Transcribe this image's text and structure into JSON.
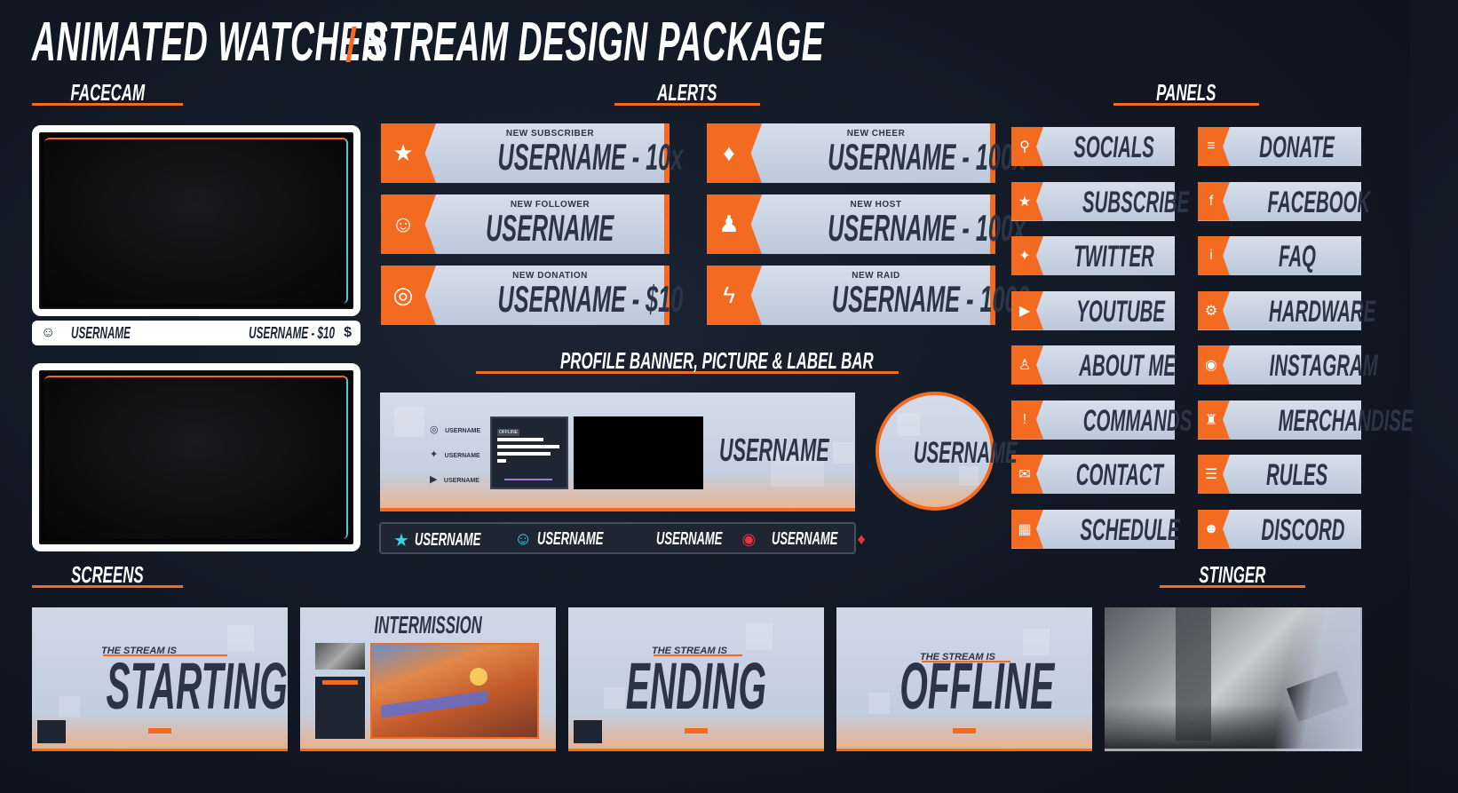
{
  "title": {
    "left": "ANIMATED WATCHER",
    "right": "STREAM DESIGN PACKAGE"
  },
  "sections": {
    "facecam": "FACECAM",
    "alerts": "ALERTS",
    "panels": "PANELS",
    "profile": "PROFILE BANNER, PICTURE & LABEL BAR",
    "screens": "SCREENS",
    "stinger": "STINGER"
  },
  "facecam_label": {
    "left": "USERNAME",
    "right": "USERNAME - $10",
    "right_icon": "$"
  },
  "alerts": [
    {
      "small": "NEW SUBSCRIBER",
      "big": "USERNAME - 10x",
      "icon": "star-icon",
      "glyph": "★"
    },
    {
      "small": "NEW CHEER",
      "big": "USERNAME - 100x",
      "icon": "bits-diamond-icon",
      "glyph": "♦"
    },
    {
      "small": "NEW FOLLOWER",
      "big": "USERNAME",
      "icon": "user-add-icon",
      "glyph": "☺"
    },
    {
      "small": "NEW HOST",
      "big": "USERNAME - 100x",
      "icon": "group-icon",
      "glyph": "♟"
    },
    {
      "small": "NEW DONATION",
      "big": "USERNAME - $10",
      "icon": "coin-icon",
      "glyph": "◎"
    },
    {
      "small": "NEW RAID",
      "big": "USERNAME - 1000x",
      "icon": "lightning-icon",
      "glyph": "ϟ"
    }
  ],
  "panels": [
    {
      "label": "SOCIALS",
      "icon": "share-icon",
      "glyph": "⚲"
    },
    {
      "label": "DONATE",
      "icon": "coins-icon",
      "glyph": "≡"
    },
    {
      "label": "SUBSCRIBE",
      "icon": "star-icon",
      "glyph": "★"
    },
    {
      "label": "FACEBOOK",
      "icon": "facebook-icon",
      "glyph": "f"
    },
    {
      "label": "TWITTER",
      "icon": "twitter-icon",
      "glyph": "✦"
    },
    {
      "label": "FAQ",
      "icon": "info-icon",
      "glyph": "i"
    },
    {
      "label": "YOUTUBE",
      "icon": "youtube-icon",
      "glyph": "▶"
    },
    {
      "label": "HARDWARE",
      "icon": "hardware-icon",
      "glyph": "⚙"
    },
    {
      "label": "ABOUT ME",
      "icon": "person-icon",
      "glyph": "♙"
    },
    {
      "label": "INSTAGRAM",
      "icon": "instagram-icon",
      "glyph": "◉"
    },
    {
      "label": "COMMANDS",
      "icon": "exclamation-icon",
      "glyph": "!"
    },
    {
      "label": "MERCHANDISE",
      "icon": "shirt-icon",
      "glyph": "♜"
    },
    {
      "label": "CONTACT",
      "icon": "mail-icon",
      "glyph": "✉"
    },
    {
      "label": "RULES",
      "icon": "document-icon",
      "glyph": "☰"
    },
    {
      "label": "SCHEDULE",
      "icon": "calendar-icon",
      "glyph": "▦"
    },
    {
      "label": "DISCORD",
      "icon": "discord-icon",
      "glyph": "☻"
    }
  ],
  "banner": {
    "username": "USERNAME",
    "socials": [
      {
        "icon": "instagram-icon",
        "glyph": "◎",
        "label": "USERNAME"
      },
      {
        "icon": "twitter-icon",
        "glyph": "✦",
        "label": "USERNAME"
      },
      {
        "icon": "youtube-icon",
        "glyph": "▶",
        "label": "USERNAME"
      }
    ],
    "offline_tag": "OFFLINE"
  },
  "circle_username": "USERNAME",
  "label_strip": [
    {
      "text": "USERNAME",
      "icon": "star-icon",
      "glyph": "★",
      "color": "#3fd0e0",
      "side": "left"
    },
    {
      "text": "USERNAME",
      "icon": "user-add-icon",
      "glyph": "☺",
      "color": "#3fd0e0",
      "side": "left"
    },
    {
      "text": "USERNAME",
      "icon": "coin-icon",
      "glyph": "◉",
      "color": "#e8343c",
      "side": "right"
    },
    {
      "text": "USERNAME",
      "icon": "bits-icon",
      "glyph": "♦",
      "color": "#e8343c",
      "side": "right"
    }
  ],
  "screens": [
    {
      "small": "THE STREAM IS",
      "big": "STARTING"
    },
    {
      "small": "",
      "big": "INTERMISSION"
    },
    {
      "small": "THE STREAM IS",
      "big": "ENDING"
    },
    {
      "small": "THE STREAM IS",
      "big": "OFFLINE"
    }
  ],
  "colors": {
    "accent": "#f26b21",
    "cyan": "#3fd0e0",
    "panel_bg": "#c9d2e2",
    "text_dark": "#2c3547",
    "background": "#111824"
  }
}
